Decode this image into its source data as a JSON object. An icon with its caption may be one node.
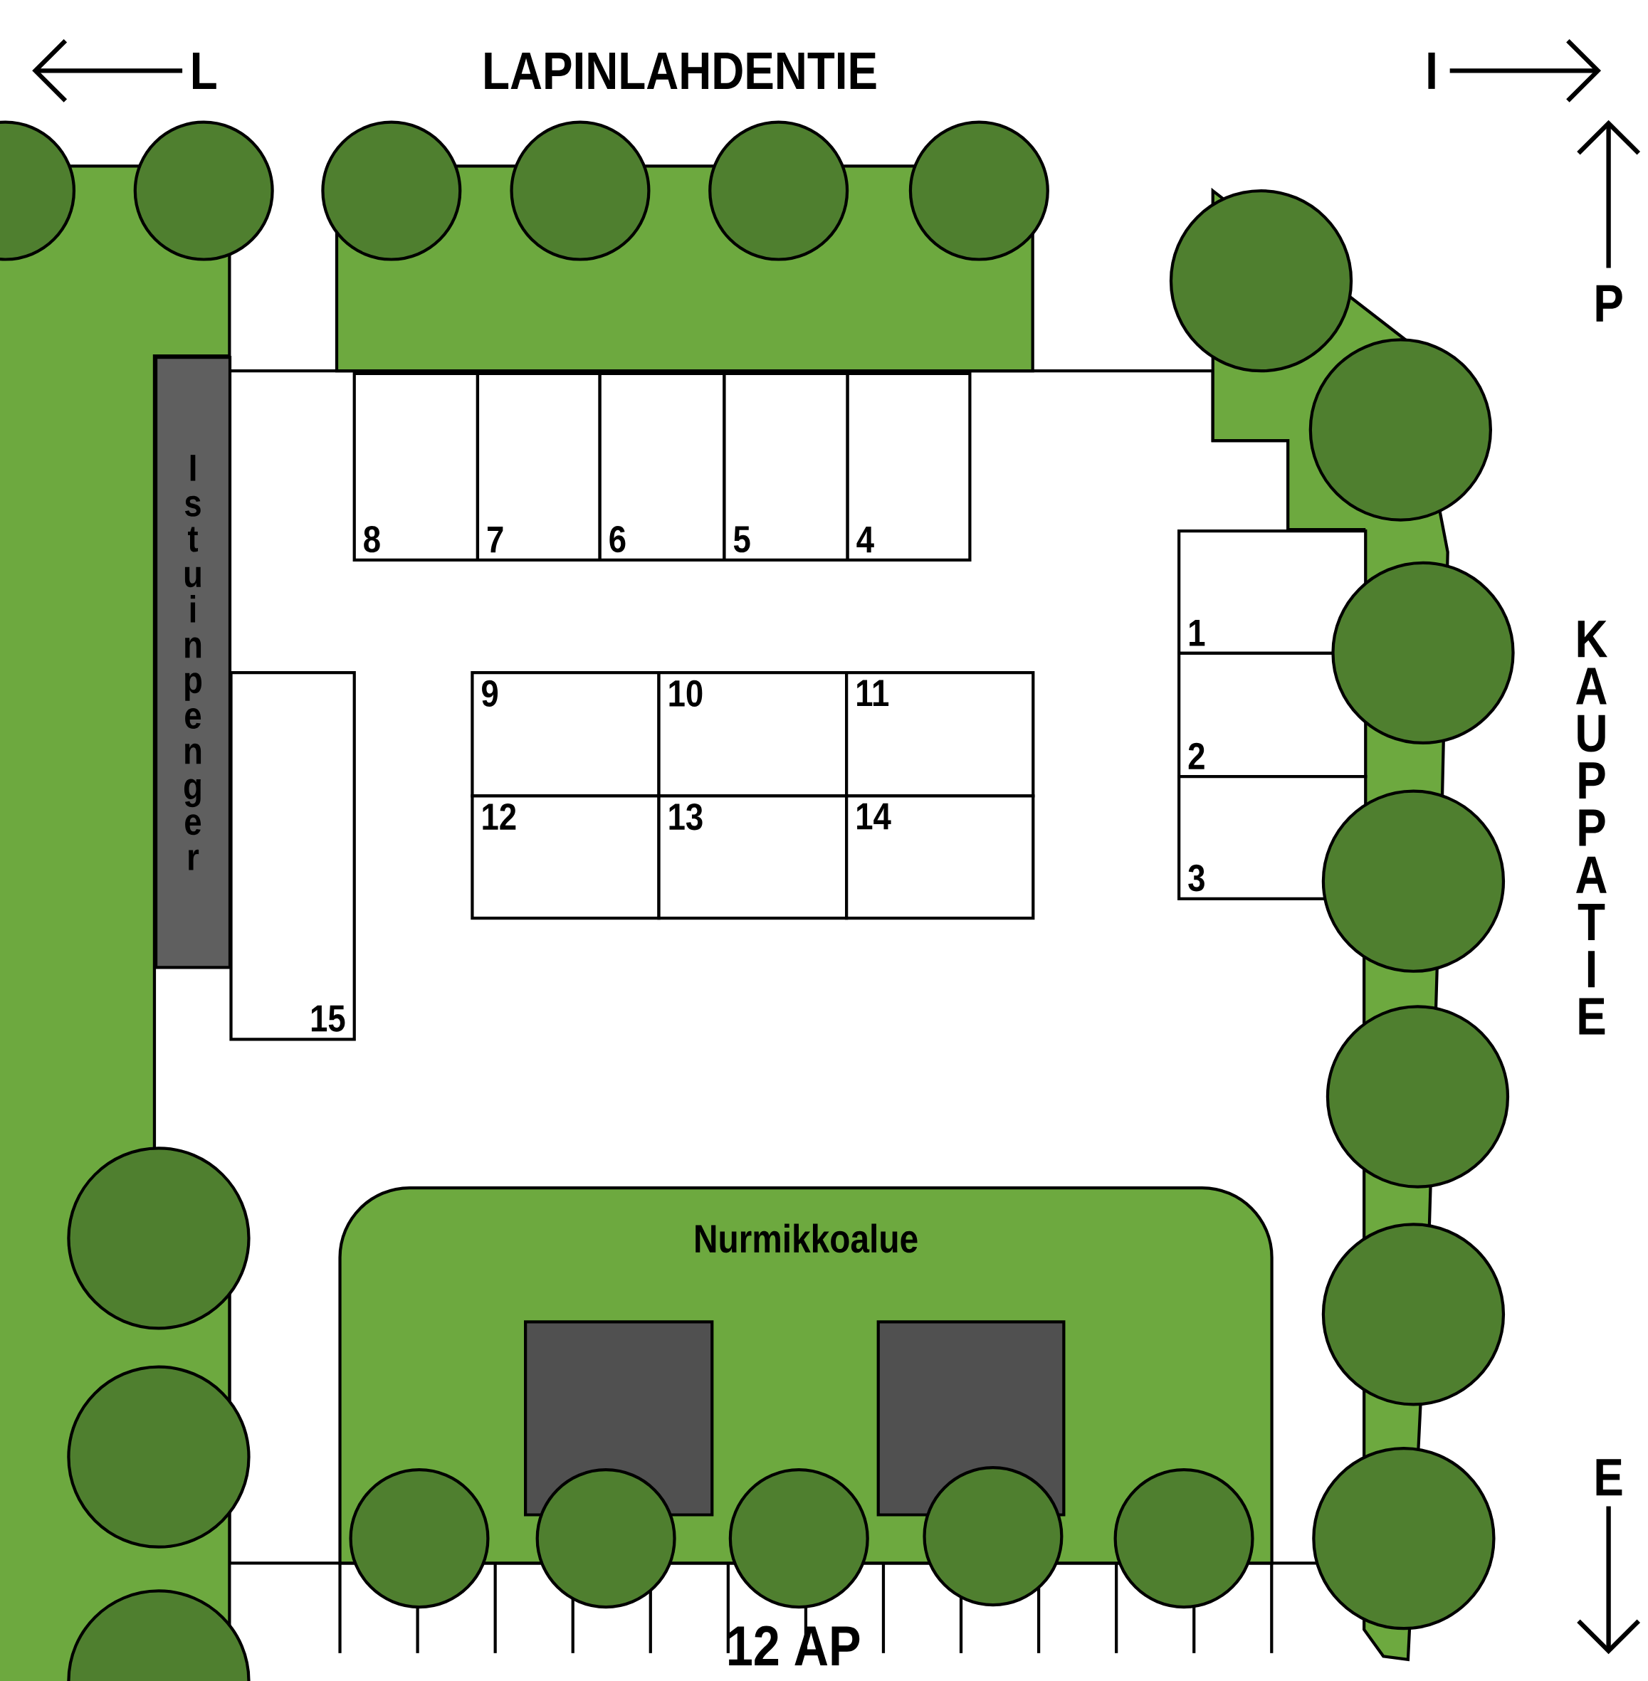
{
  "diagram": {
    "nodes": [
      {
        "text": [
          "Istuinpenger"
        ]
      },
      {
        "text": [
          "8"
        ]
      },
      {
        "text": [
          "7"
        ]
      },
      {
        "text": [
          "6"
        ]
      },
      {
        "text": [
          "5"
        ]
      },
      {
        "text": [
          "4"
        ]
      },
      {
        "text": [
          "1"
        ]
      },
      {
        "text": [
          "9"
        ]
      },
      {
        "text": [
          "10"
        ]
      },
      {
        "text": [
          "11"
        ]
      },
      {
        "text": [
          "2"
        ]
      },
      {
        "text": [
          "12"
        ]
      },
      {
        "text": [
          "13"
        ]
      },
      {
        "text": [
          "14"
        ]
      },
      {
        "text": [
          "3"
        ]
      },
      {
        "text": [
          "15"
        ]
      },
      {
        "text": [
          "Nurmikkoalue"
        ]
      }
    ],
    "labels": [
      "L",
      "LAPINLAHDENTIE",
      "I",
      "P",
      "KAUPPATIE",
      "E",
      "12 AP"
    ]
  }
}
